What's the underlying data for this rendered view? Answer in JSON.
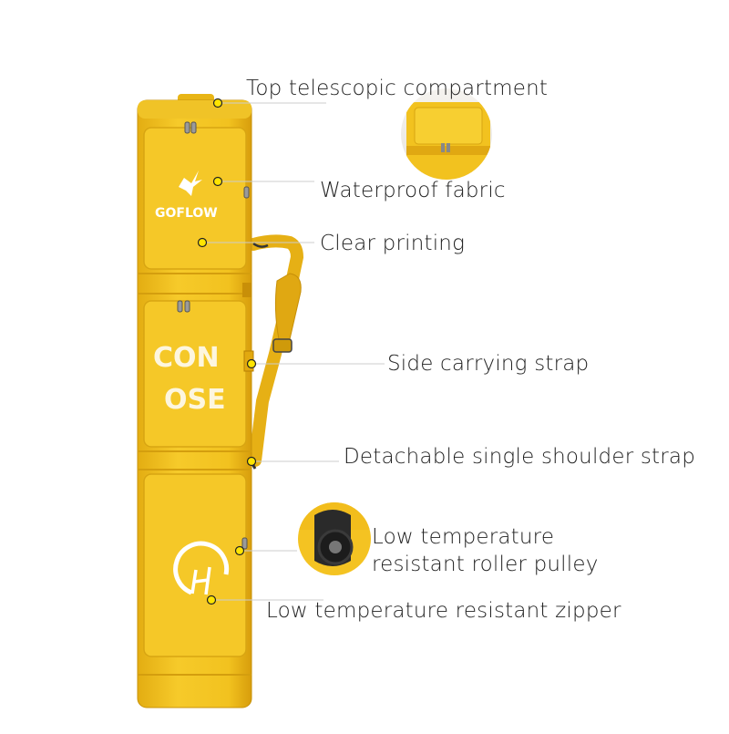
{
  "product": {
    "brand_logo": "GOFLOW",
    "print_text_line1": "CON",
    "print_text_line2": "OSE",
    "body_color": "#f2c21f",
    "dark_color": "#222222"
  },
  "callouts": {
    "top_compartment": "Top telescopic compartment",
    "waterproof": "Waterproof fabric",
    "printing": "Clear printing",
    "side_strap": "Side carrying strap",
    "shoulder_strap": "Detachable single shoulder strap",
    "pulley_line1": "Low temperature",
    "pulley_line2": "resistant roller pulley",
    "zipper": "Low temperature resistant zipper"
  }
}
